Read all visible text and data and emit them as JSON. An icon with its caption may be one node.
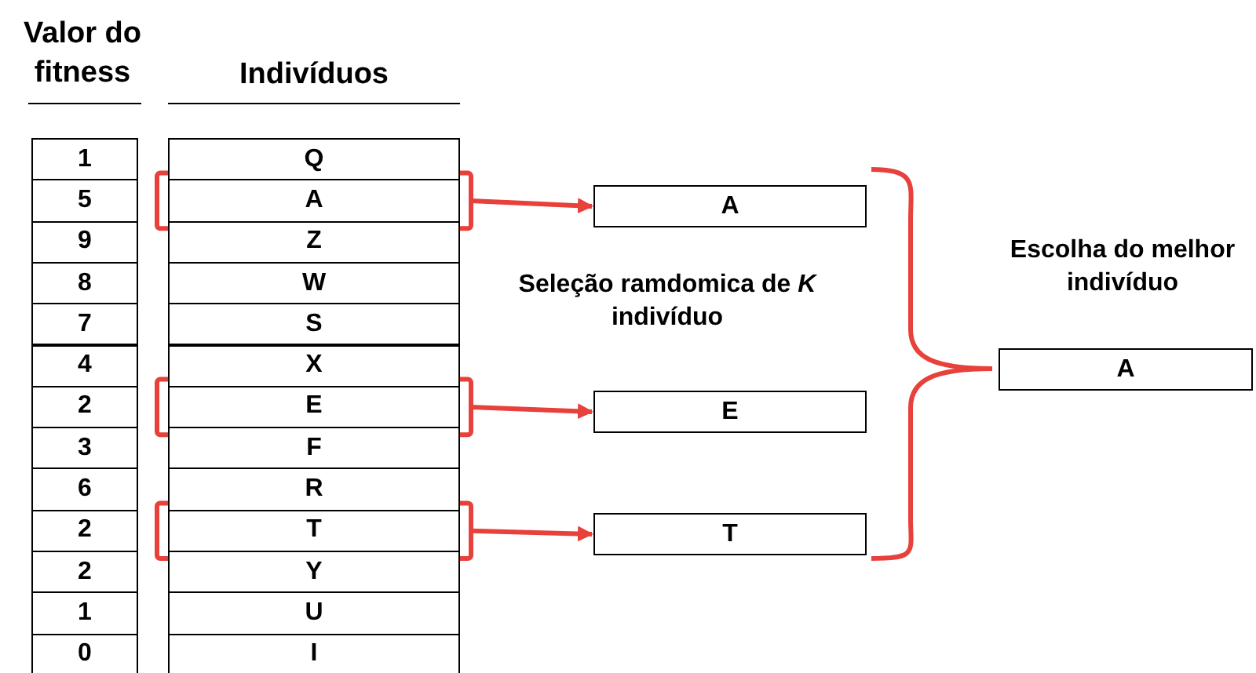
{
  "diagram": {
    "nodes": [
      {
        "text": [
          "Q"
        ]
      },
      {
        "text": [
          "A"
        ]
      },
      {
        "text": [
          "Z"
        ]
      },
      {
        "text": [
          "W"
        ]
      },
      {
        "text": [
          "S"
        ]
      },
      {
        "text": [
          "X"
        ]
      },
      {
        "text": [
          "E"
        ]
      },
      {
        "text": [
          "F"
        ]
      },
      {
        "text": [
          "R"
        ]
      },
      {
        "text": [
          "T"
        ]
      },
      {
        "text": [
          "Y"
        ]
      },
      {
        "text": [
          "U"
        ]
      },
      {
        "text": [
          "I"
        ]
      },
      {
        "text": [
          "A"
        ]
      },
      {
        "text": [
          "E"
        ]
      },
      {
        "text": [
          "T"
        ]
      },
      {
        "text": [
          "A"
        ]
      }
    ],
    "edges": [
      {
        "from": 1,
        "to": 13,
        "arrow": "to"
      },
      {
        "from": 6,
        "to": 14,
        "arrow": "to"
      },
      {
        "from": 9,
        "to": 15,
        "arrow": "to"
      }
    ],
    "labels": [
      "Valor do fitness",
      "Indivíduos",
      "1",
      "5",
      "9",
      "8",
      "7",
      "4",
      "2",
      "3",
      "6",
      "2",
      "2",
      "1",
      "0",
      "Seleção ramdomica de *K* indivíduo",
      "Escolha do melhor indivíduo"
    ]
  }
}
